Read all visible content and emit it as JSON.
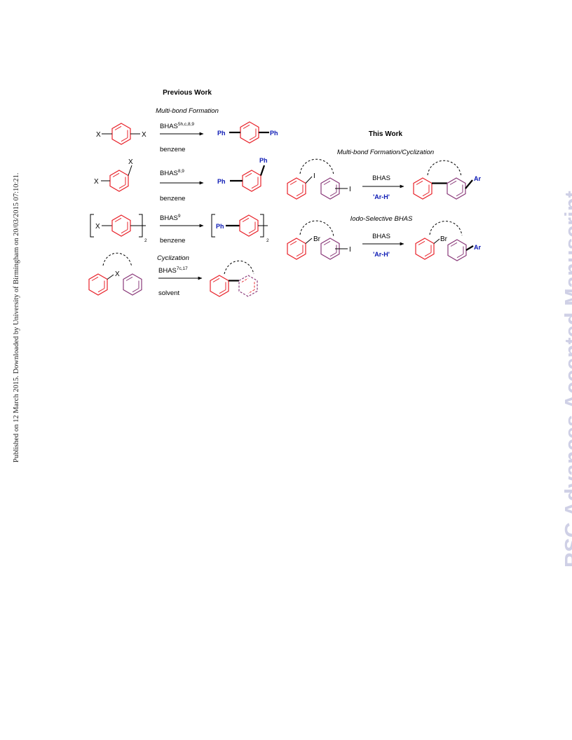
{
  "side_note": "Published on 12 March 2015. Downloaded by University of Birmingham on 20/03/2015 07:10:21.",
  "watermark": "RSC Advances Accepted Manuscript",
  "colors": {
    "ring_red": "#e8222a",
    "ring_purple": "#8a3a7a",
    "blue": "#0a18b4",
    "watermark": "#cfd0e6"
  },
  "previous": {
    "title": "Previous Work",
    "multi_label": "Multi-bond Formation",
    "row1": {
      "reagent": "BHAS",
      "refs": "5h,c,8,9",
      "solvent": "benzene",
      "atom_left": "X",
      "atom_right": "X",
      "prod_left": "Ph",
      "prod_right": "Ph"
    },
    "row2": {
      "reagent": "BHAS",
      "refs": "8,9",
      "solvent": "benzene",
      "atom_left": "X",
      "atom_top": "X",
      "prod_left": "Ph",
      "prod_top": "Ph"
    },
    "row3": {
      "reagent": "BHAS",
      "refs": "9",
      "solvent": "benzene",
      "atom": "X",
      "prod": "Ph",
      "subscript": "2",
      "prod_subscript": "2"
    },
    "cycl_label": "Cyclization",
    "row4": {
      "reagent": "BHAS",
      "refs": "7c,17",
      "solvent": "solvent",
      "atom": "X"
    }
  },
  "this_work": {
    "title": "This Work",
    "label1": "Multi-bond Formation/Cyclization",
    "r1": {
      "reagent": "BHAS",
      "partner": "'Ar-H'",
      "atom_a": "I",
      "atom_b": "I",
      "prod": "Ar"
    },
    "label2": "Iodo-Selective BHAS",
    "r2": {
      "reagent": "BHAS",
      "partner": "'Ar-H'",
      "atom_a": "Br",
      "atom_b": "I",
      "prod_atom": "Br",
      "prod": "Ar"
    }
  }
}
